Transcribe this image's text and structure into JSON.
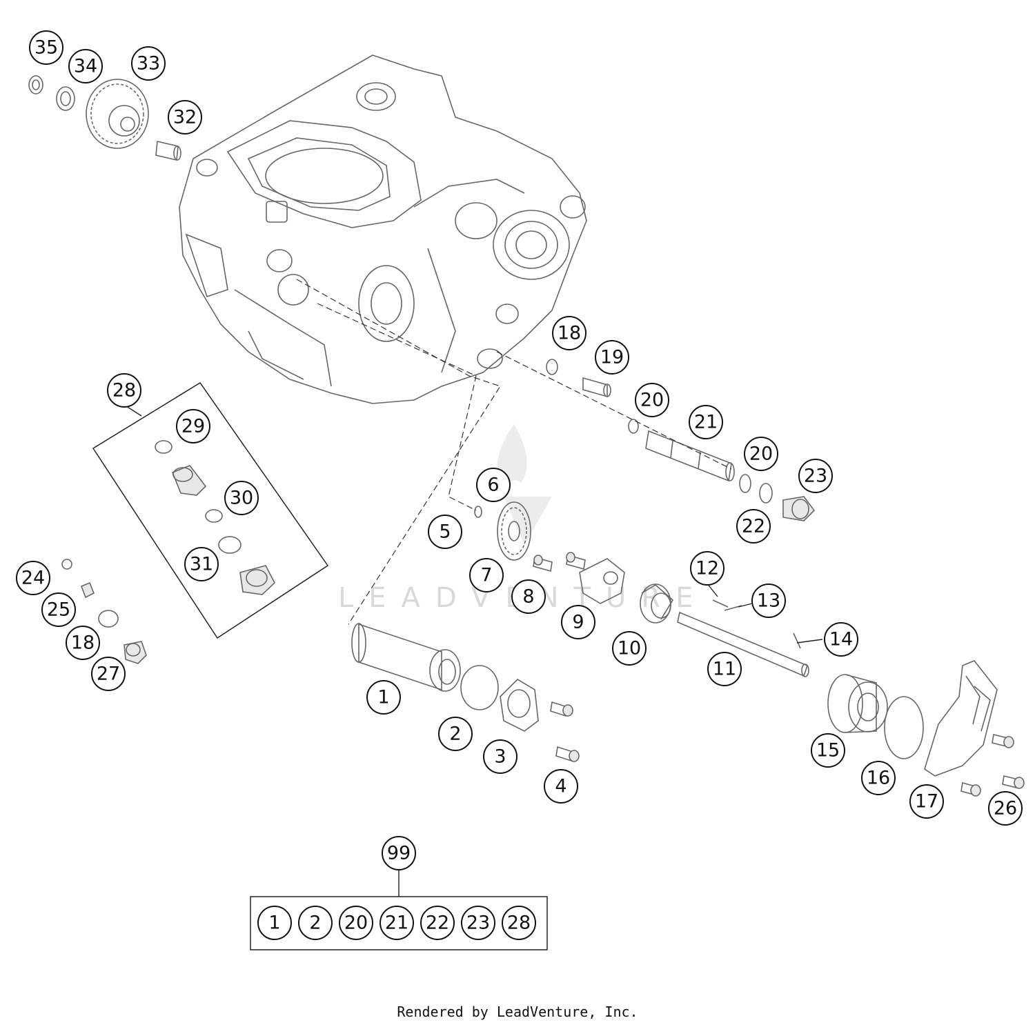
{
  "diagram": {
    "callouts": [
      {
        "id": "35",
        "label": "35"
      },
      {
        "id": "34",
        "label": "34"
      },
      {
        "id": "33",
        "label": "33"
      },
      {
        "id": "32",
        "label": "32"
      },
      {
        "id": "18a",
        "label": "18"
      },
      {
        "id": "19",
        "label": "19"
      },
      {
        "id": "20a",
        "label": "20"
      },
      {
        "id": "21",
        "label": "21"
      },
      {
        "id": "20b",
        "label": "20"
      },
      {
        "id": "23",
        "label": "23"
      },
      {
        "id": "22",
        "label": "22"
      },
      {
        "id": "28",
        "label": "28"
      },
      {
        "id": "29",
        "label": "29"
      },
      {
        "id": "30",
        "label": "30"
      },
      {
        "id": "31",
        "label": "31"
      },
      {
        "id": "24",
        "label": "24"
      },
      {
        "id": "25",
        "label": "25"
      },
      {
        "id": "18b",
        "label": "18"
      },
      {
        "id": "27",
        "label": "27"
      },
      {
        "id": "6",
        "label": "6"
      },
      {
        "id": "5",
        "label": "5"
      },
      {
        "id": "7",
        "label": "7"
      },
      {
        "id": "8",
        "label": "8"
      },
      {
        "id": "9",
        "label": "9"
      },
      {
        "id": "10",
        "label": "10"
      },
      {
        "id": "12",
        "label": "12"
      },
      {
        "id": "13",
        "label": "13"
      },
      {
        "id": "14",
        "label": "14"
      },
      {
        "id": "11",
        "label": "11"
      },
      {
        "id": "1",
        "label": "1"
      },
      {
        "id": "2",
        "label": "2"
      },
      {
        "id": "3",
        "label": "3"
      },
      {
        "id": "4",
        "label": "4"
      },
      {
        "id": "15",
        "label": "15"
      },
      {
        "id": "16",
        "label": "16"
      },
      {
        "id": "17",
        "label": "17"
      },
      {
        "id": "26",
        "label": "26"
      },
      {
        "id": "99",
        "label": "99"
      }
    ],
    "kit_contents": [
      "1",
      "2",
      "20",
      "21",
      "22",
      "23",
      "28"
    ],
    "watermark": "LEADVENTURE"
  },
  "footer": {
    "text": "Rendered by LeadVenture, Inc."
  }
}
